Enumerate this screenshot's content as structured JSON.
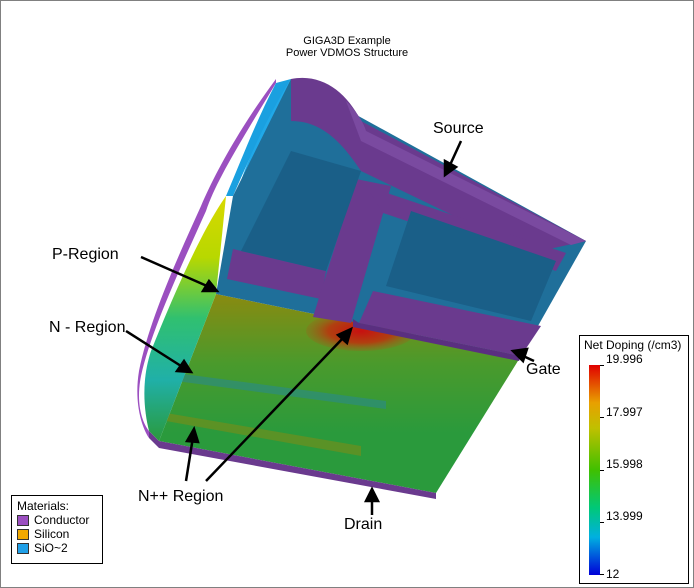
{
  "title": {
    "line1": "GIGA3D Example",
    "line2": "Power VDMOS Structure"
  },
  "labels": {
    "source": "Source",
    "p_region": "P-Region",
    "n_region": "N - Region",
    "gate": "Gate",
    "n_plus_plus": "N++ Region",
    "drain": "Drain"
  },
  "materials_legend": {
    "title": "Materials:",
    "items": [
      {
        "name": "Conductor",
        "color": "#9b4fc0"
      },
      {
        "name": "Silicon",
        "color": "#f0a800"
      },
      {
        "name": "SiO~2",
        "color": "#20a0e8"
      }
    ]
  },
  "colorbar": {
    "title": "Net Doping (/cm3)",
    "ticks": [
      "19.996",
      "17.997",
      "15.998",
      "13.999",
      "12"
    ],
    "colors": {
      "max": "#e00000",
      "min": "#0000d8"
    }
  },
  "colors": {
    "conductor": "#6a3a8e",
    "oxide": "#1f6f9a",
    "silicon_bulk": "#2a9a3c"
  }
}
